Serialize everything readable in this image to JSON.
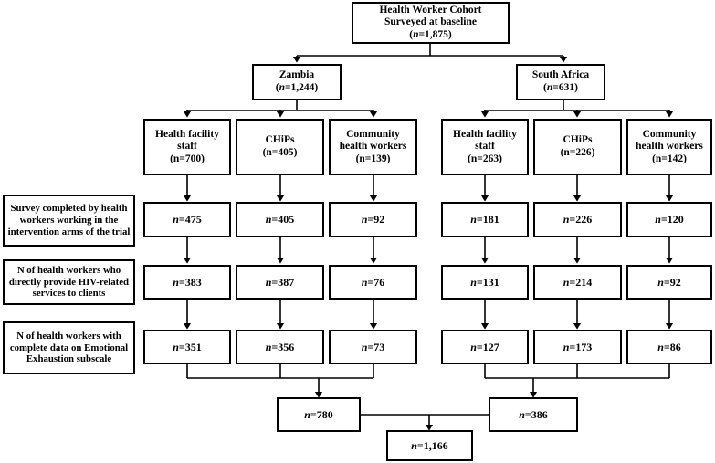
{
  "chart_data": {
    "type": "diagram",
    "title": "Health Worker Cohort Surveyed at baseline flow diagram",
    "total_baseline": 1875,
    "final_analytic_sample": 1166
  },
  "diagram": {
    "top": {
      "line1": "Health Worker Cohort",
      "line2": "Surveyed at baseline",
      "line3_n": "(n=1,875)",
      "n_italic": "n",
      "n_rest": "=1,875"
    },
    "countries": [
      {
        "name": "Zambia",
        "n_label": "(n=1,244)",
        "n_italic": "n",
        "n_rest": "=1,244"
      },
      {
        "name": "South Africa",
        "n_label": "(n=631)",
        "n_italic": "n",
        "n_rest": "=631"
      }
    ],
    "cadres_zambia": [
      {
        "line1": "Health facility",
        "line2": "staff",
        "n_label": "(n=700)"
      },
      {
        "line1": "CHiPs",
        "line2": "",
        "n_label": "(n=405)"
      },
      {
        "line1": "Community",
        "line2": "health workers",
        "n_label": "(n=139)"
      }
    ],
    "cadres_southafrica": [
      {
        "line1": "Health facility",
        "line2": "staff",
        "n_label": "(n=263)"
      },
      {
        "line1": "CHiPs",
        "line2": "",
        "n_label": "(n=226)"
      },
      {
        "line1": "Community",
        "line2": "health workers",
        "n_label": "(n=142)"
      }
    ],
    "row_labels": [
      "Survey completed by health workers working in the intervention arms of the trial",
      "N of health workers who directly provide HIV-related services to clients",
      "N of health workers with complete data on Emotional Exhaustion subscale"
    ],
    "rows": [
      {
        "zambia": [
          "=475",
          "=405",
          "=92"
        ],
        "southafrica": [
          "=181",
          "=226",
          "=120"
        ]
      },
      {
        "zambia": [
          "=383",
          "=387",
          "=76"
        ],
        "southafrica": [
          "=131",
          "=214",
          "=92"
        ]
      },
      {
        "zambia": [
          "=351",
          "=356",
          "=73"
        ],
        "southafrica": [
          "=127",
          "=173",
          "=86"
        ]
      }
    ],
    "totals": {
      "zambia": "=780",
      "southafrica": "=386",
      "combined": "=1,166"
    },
    "n_symbol": "n",
    "colors": {
      "line": "#000000",
      "box_border": "#000000",
      "background": "#ffffff",
      "text": "#000000"
    }
  }
}
